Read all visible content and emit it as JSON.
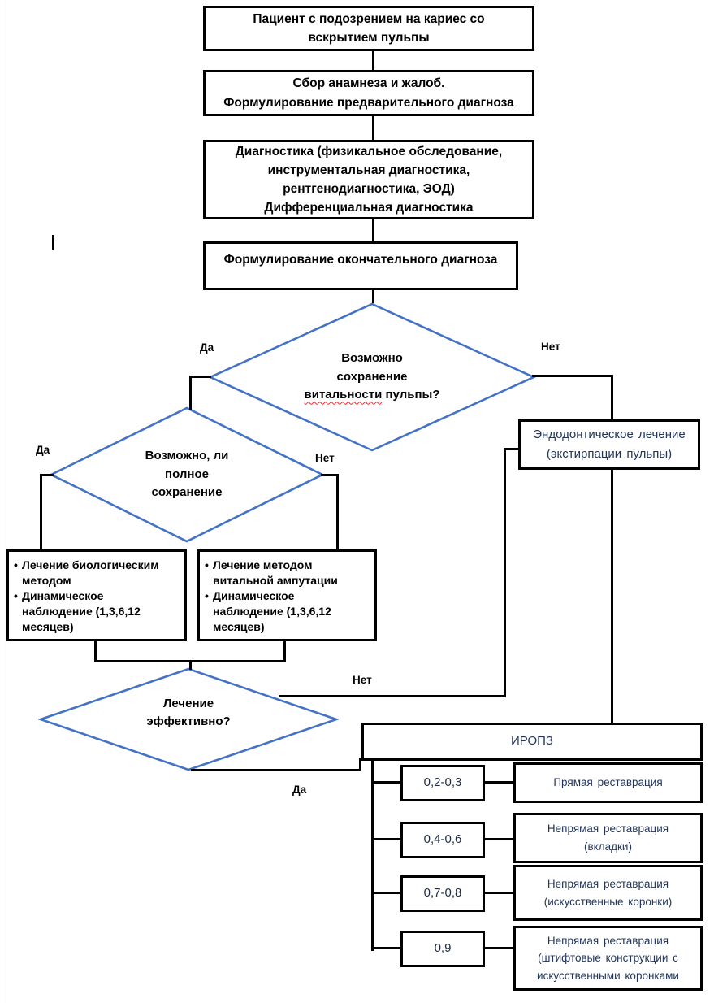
{
  "colors": {
    "diamond_stroke": "#4472C4",
    "connector": "#000000",
    "box_border": "#000000",
    "primary_text": "#000000",
    "secondary_text": "#23365A",
    "spellcheck_underline": "#FF2222",
    "page_edge": "#D8DAE0"
  },
  "bullet_marker": "•",
  "boxes": {
    "patient": {
      "text": "Пациент с подозрением на кариес со\nвскрытием пульпы"
    },
    "anamnesis": {
      "text": "Сбор анамнеза и жалоб.\nФормулирование предварительного диагноза"
    },
    "diagnostics": {
      "text": "Диагностика (физикальное обследование,\nинструментальная диагностика,\nрентгенодиагностика, ЭОД)\nДифференциальная диагностика"
    },
    "final_diagnosis": {
      "text": "Формулирование окончательного диагноза"
    },
    "endodontic": {
      "text": "Эндодонтическое лечение\n(экстирпации пульпы)"
    }
  },
  "diamonds": {
    "vitality": {
      "line1": "Возможно",
      "line2": "сохранение",
      "line3_word": "витальности",
      "line3_rest": " пульпы?"
    },
    "full_preservation": {
      "text": "Возможно, ли\nполное\nсохранение"
    },
    "effective": {
      "text": "Лечение\nэффективно?"
    }
  },
  "bullets": {
    "biological": {
      "item1": "Лечение биологическим\nметодом",
      "item2": "Динамическое\nнаблюдение  (1,3,6,12\nмесяцев)"
    },
    "amputation": {
      "item1": "Лечение методом\nвитальной  ампутации",
      "item2": "Динамическое\nнаблюдение  (1,3,6,12\nмесяцев)"
    }
  },
  "labels": {
    "yes": "Да",
    "no": "Нет"
  },
  "iropz": {
    "title": "ИРОПЗ",
    "rows": [
      {
        "range": "0,2-0,3",
        "treatment": "Прямая  реставрация"
      },
      {
        "range": "0,4-0,6",
        "treatment": "Непрямая реставрация\n(вкладки)"
      },
      {
        "range": "0,7-0,8",
        "treatment": "Непрямая реставрация\n(искусственные коронки)"
      },
      {
        "range": "0,9",
        "treatment": "Непрямая реставрация\n(штифтовые  конструкции  с\nискусственными  коронками"
      }
    ]
  }
}
